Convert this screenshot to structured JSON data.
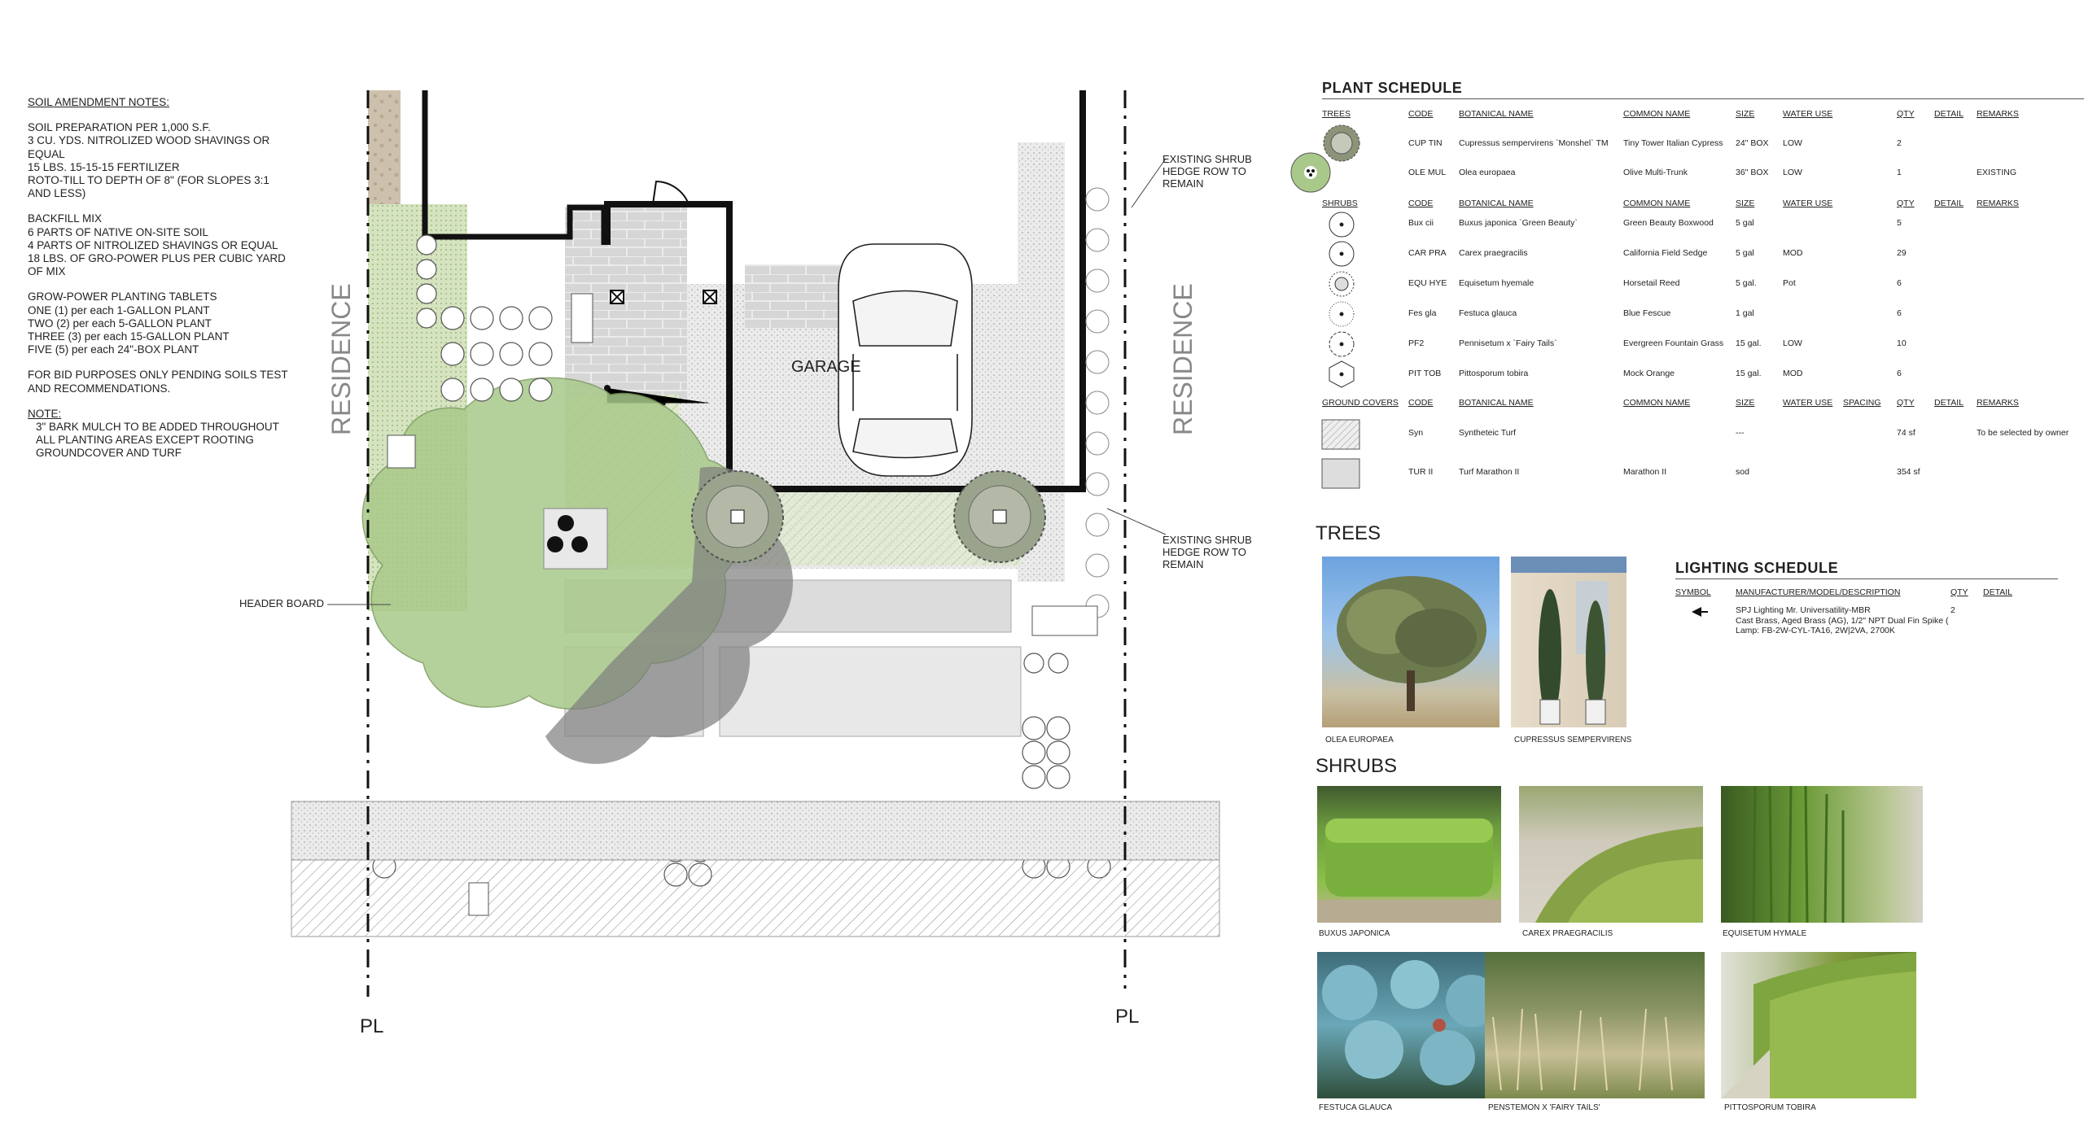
{
  "notes": {
    "title": "SOIL AMENDMENT NOTES:",
    "soil_prep": "SOIL PREPARATION PER 1,000 S.F.\n3 CU. YDS. NITROLIZED WOOD SHAVINGS OR EQUAL\n15 LBS. 15-15-15 FERTILIZER\nROTO-TILL TO DEPTH OF 8\" (FOR SLOPES 3:1 AND LESS)",
    "backfill": "BACKFILL MIX\n6 PARTS OF NATIVE ON-SITE SOIL\n4 PARTS OF NITROLIZED SHAVINGS OR EQUAL\n18 LBS. OF GRO-POWER PLUS PER CUBIC YARD OF MIX",
    "tablets": "GROW-POWER PLANTING TABLETS\nONE (1) per each 1-GALLON PLANT\nTWO (2) per each 5-GALLON PLANT\nTHREE (3) per each 15-GALLON PLANT\nFIVE (5) per each 24\"-BOX PLANT",
    "bid": "FOR BID PURPOSES ONLY PENDING SOILS TEST AND RECOMMENDATIONS.",
    "note_title": "NOTE:",
    "note_text": "3\" BARK MULCH TO BE ADDED THROUGHOUT\nALL PLANTING AREAS EXCEPT ROOTING\nGROUNDCOVER AND TURF"
  },
  "plan": {
    "residence_left": "RESIDENCE",
    "residence_right": "RESIDENCE",
    "garage": "GARAGE",
    "header_board": "HEADER BOARD",
    "hedge_top": "EXISTING SHRUB\nHEDGE ROW TO\nREMAIN",
    "hedge_bottom": "EXISTING SHRUB\nHEDGE ROW TO\nREMAIN",
    "pl_left": "PL",
    "pl_right": "PL"
  },
  "plant_schedule": {
    "title": "PLANT SCHEDULE",
    "trees_header": [
      "TREES",
      "CODE",
      "BOTANICAL NAME",
      "COMMON NAME",
      "SIZE",
      "WATER USE",
      "QTY",
      "DETAIL",
      "REMARKS"
    ],
    "trees": [
      {
        "code": "CUP TIN",
        "botanical": "Cupressus sempervirens `Monshel` TM",
        "common": "Tiny Tower Italian Cypress",
        "size": "24\" BOX",
        "water": "LOW",
        "qty": "2",
        "remarks": ""
      },
      {
        "code": "OLE MUL",
        "botanical": "Olea europaea",
        "common": "Olive Multi-Trunk",
        "size": "36\" BOX",
        "water": "LOW",
        "qty": "1",
        "remarks": "EXISTING"
      }
    ],
    "shrubs_header": [
      "SHRUBS",
      "CODE",
      "BOTANICAL NAME",
      "COMMON NAME",
      "SIZE",
      "WATER USE",
      "QTY",
      "DETAIL",
      "REMARKS"
    ],
    "shrubs": [
      {
        "code": "Bux cii",
        "botanical": "Buxus japonica `Green Beauty`",
        "common": "Green Beauty Boxwood",
        "size": "5 gal",
        "water": "",
        "qty": "5"
      },
      {
        "code": "CAR PRA",
        "botanical": "Carex praegracilis",
        "common": "California Field Sedge",
        "size": "5 gal",
        "water": "MOD",
        "qty": "29"
      },
      {
        "code": "EQU HYE",
        "botanical": "Equisetum hyemale",
        "common": "Horsetail Reed",
        "size": "5 gal.",
        "water": "Pot",
        "qty": "6"
      },
      {
        "code": "Fes gla",
        "botanical": "Festuca glauca",
        "common": "Blue Fescue",
        "size": "1 gal",
        "water": "",
        "qty": "6"
      },
      {
        "code": "PF2",
        "botanical": "Pennisetum x `Fairy Tails`",
        "common": "Evergreen Fountain Grass",
        "size": "15 gal.",
        "water": "LOW",
        "qty": "10"
      },
      {
        "code": "PIT TOB",
        "botanical": "Pittosporum tobira",
        "common": "Mock Orange",
        "size": "15 gal.",
        "water": "MOD",
        "qty": "6"
      }
    ],
    "gc_header": [
      "GROUND COVERS",
      "CODE",
      "BOTANICAL NAME",
      "COMMON NAME",
      "SIZE",
      "WATER USE",
      "SPACING",
      "QTY",
      "DETAIL",
      "REMARKS"
    ],
    "ground_covers": [
      {
        "code": "Syn",
        "botanical": "Syntheteic Turf",
        "common": "",
        "size": "---",
        "qty": "74 sf",
        "remarks": "To be selected by owner"
      },
      {
        "code": "TUR II",
        "botanical": "Turf Marathon II",
        "common": "Marathon II",
        "size": "sod",
        "qty": "354 sf",
        "remarks": ""
      }
    ]
  },
  "trees_section": {
    "title": "TREES",
    "captions": [
      "OLEA EUROPAEA",
      "CUPRESSUS SEMPERVIRENS"
    ]
  },
  "shrubs_section": {
    "title": "SHRUBS",
    "captions": [
      "BUXUS JAPONICA",
      "CAREX PRAEGRACILIS",
      "EQUISETUM HYMALE",
      "FESTUCA GLAUCA",
      "PENSTEMON X 'FAIRY TAILS'",
      "PITTOSPORUM TOBIRA"
    ]
  },
  "lighting": {
    "title": "LIGHTING SCHEDULE",
    "headers": [
      "SYMBOL",
      "MANUFACTURER/MODEL/DESCRIPTION",
      "QTY",
      "DETAIL"
    ],
    "desc_lines": [
      "SPJ Lighting Mr. Universatility-MBR",
      "Cast Brass, Aged Brass (AG), 1/2\" NPT Dual Fin Spike (",
      "Lamp: FB-2W-CYL-TA16, 2W|2VA, 2700K"
    ],
    "qty": "2"
  },
  "colors": {
    "plant_green": "#a9c98a",
    "canopy_gray": "#7d7d7d",
    "pavement": "#e4e4e4",
    "wall": "#111111"
  }
}
